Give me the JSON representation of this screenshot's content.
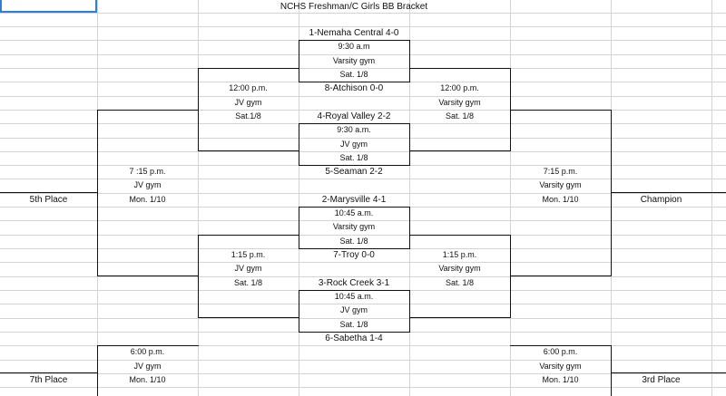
{
  "title": "NCHS Freshman/C Girls BB Bracket",
  "teams": {
    "t1": "1-Nemaha Central 4-0",
    "t8": "8-Atchison 0-0",
    "t4": "4-Royal Valley 2-2",
    "t5": "5-Seaman 2-2",
    "t2": "2-Marysville 4-1",
    "t7": "7-Troy 0-0",
    "t3": "3-Rock Creek 3-1",
    "t6": "6-Sabetha 1-4"
  },
  "games": {
    "g1": {
      "time": "9:30 a.m",
      "gym": "Varsity gym",
      "date": "Sat. 1/8"
    },
    "g2": {
      "time": "9:30 a.m.",
      "gym": "JV gym",
      "date": "Sat. 1/8"
    },
    "g3": {
      "time": "10:45 a.m.",
      "gym": "Varsity gym",
      "date": "Sat. 1/8"
    },
    "g4": {
      "time": "10:45 a.m.",
      "gym": "JV gym",
      "date": "Sat. 1/8"
    },
    "sl1": {
      "time": "12:00 p.m.",
      "gym": "JV gym",
      "date": "Sat.1/8"
    },
    "sr1": {
      "time": "12:00 p.m.",
      "gym": "Varsity gym",
      "date": "Sat. 1/8"
    },
    "sl2": {
      "time": "1:15 p.m.",
      "gym": "JV gym",
      "date": "Sat. 1/8"
    },
    "sr2": {
      "time": "1:15 p.m.",
      "gym": "Varsity gym",
      "date": "Sat. 1/8"
    },
    "fl": {
      "time": "7 :15 p.m.",
      "gym": "JV gym",
      "date": "Mon. 1/10"
    },
    "fr": {
      "time": "7:15 p.m.",
      "gym": "Varsity gym",
      "date": "Mon. 1/10"
    },
    "cl": {
      "time": "6:00 p.m.",
      "gym": "JV gym",
      "date": "Mon. 1/10"
    },
    "cr": {
      "time": "6:00 p.m.",
      "gym": "Varsity gym",
      "date": "Mon. 1/10"
    }
  },
  "places": {
    "fifth": "5th Place",
    "champion": "Champion",
    "seventh": "7th Place",
    "third": "3rd Place"
  }
}
